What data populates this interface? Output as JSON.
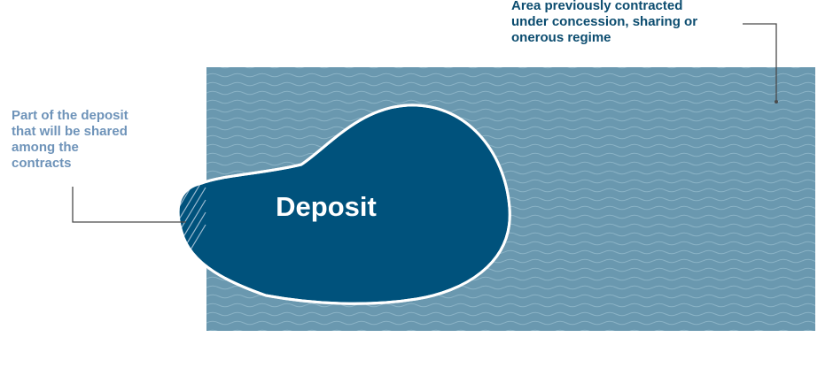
{
  "diagram": {
    "deposit_label": "Deposit",
    "area_label": [
      "Area previously contracted",
      "under concession, sharing or",
      "onerous regime"
    ],
    "shared_label": [
      "Part of the deposit",
      "that will be shared",
      "among the",
      "contracts"
    ]
  },
  "colors": {
    "area_fill": "#6a98af",
    "wave_line": "#8ab2c5",
    "deposit_fill": "#00527c",
    "deposit_outline": "#ffffff",
    "area_label_text": "#0b4c6f",
    "shared_label_text": "#6e93b9",
    "leader_line": "#4a4a4a"
  }
}
